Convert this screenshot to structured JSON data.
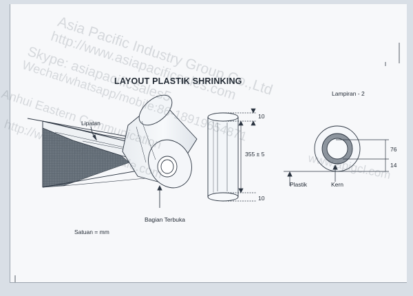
{
  "title": "LAYOUT PLASTIK SHRINKING",
  "attachment": "Lampiran - 2",
  "units": "Satuan = mm",
  "labels": {
    "fold": "Lipatan",
    "open_side": "Bagian Terbuka",
    "plastic": "Plastik",
    "core": "Kern"
  },
  "dimensions": {
    "top_margin": "10",
    "length": "355 ± 5",
    "bottom_margin": "10",
    "core_outer": "76",
    "wall": "14"
  },
  "watermark": {
    "lines": [
      "Asia Pacific Industry Group Co.,Ltd",
      "http://www.asiapacificsales.com",
      "Skype: asiapacificsales5",
      "Wechat/whatsapp/mobile:86-18919654871",
      "Anhui Eastern Communication",
      "http://www.bopp-film-sale.com",
      "www.apigcl.com"
    ]
  },
  "colors": {
    "ink": "#1e2630",
    "paper": "#f7f8fa",
    "background": "#d9dfe6"
  }
}
